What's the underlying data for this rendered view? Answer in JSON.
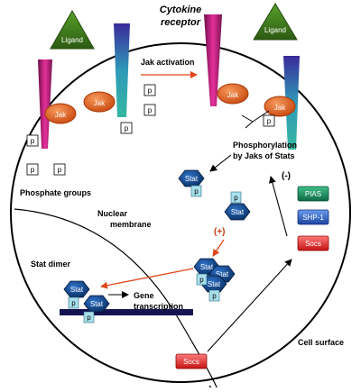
{
  "title_line1": "Cytokine",
  "title_line2": "receptor",
  "ligand_label": "Ligand",
  "jak_label": "Jak",
  "p_label": "p",
  "stat_label": "Stat",
  "jak_activation": "Jak activation",
  "phosphorylation_line1": "Phosphorylation",
  "phosphorylation_line2": "by Jaks of Stats",
  "phosphate_groups": "Phosphate groups",
  "nuclear_line1": "Nuclear",
  "nuclear_line2": "membrane",
  "stat_dimer": "Stat dimer",
  "gene_line1": "Gene",
  "gene_line2": "transcription",
  "cell_surface": "Cell surface",
  "plus_sign": "(+)",
  "minus_sign": "(-)",
  "pias_label": "PIAS",
  "shp1_label": "SHP-1",
  "socs_label": "Socs",
  "colors": {
    "ligand": "#3f7a1c",
    "jak": "#e8611c",
    "stat": "#0a3a7a",
    "phosphate_fill": "#a8e0ec",
    "pias": "#1a8a60",
    "shp1": "#2858b8",
    "socs": "#e02828",
    "activation_arrow": "#e2461a",
    "plus_sign": "#c23a10",
    "dna": "#141452"
  }
}
